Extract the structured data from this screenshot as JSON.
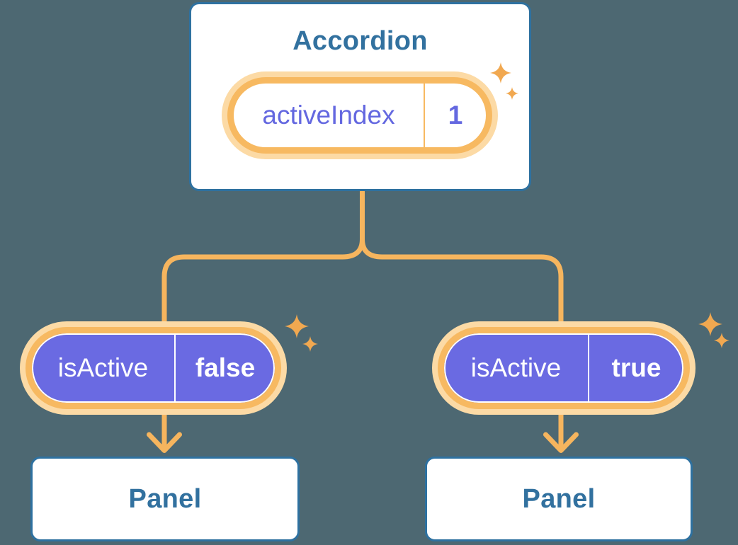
{
  "colors": {
    "background": "#4d6872",
    "card_border": "#2e71a0",
    "card_text": "#32719f",
    "pill_ring_orange": "#f7b961",
    "pill_glow_orange": "#fcdaa5",
    "connector_orange": "#f6b55e",
    "sparkle_orange": "#f1a850",
    "prop_pill_purple": "#6a6ae2",
    "state_text_purple": "#6468e0",
    "prop_text_white": "#ffffff"
  },
  "accordion_card": {
    "title": "Accordion",
    "state_pill": {
      "label": "activeIndex",
      "value": "1"
    }
  },
  "branches": [
    {
      "prop_pill": {
        "label": "isActive",
        "value": "false"
      },
      "panel_card": {
        "title": "Panel"
      }
    },
    {
      "prop_pill": {
        "label": "isActive",
        "value": "true"
      },
      "panel_card": {
        "title": "Panel"
      }
    }
  ]
}
